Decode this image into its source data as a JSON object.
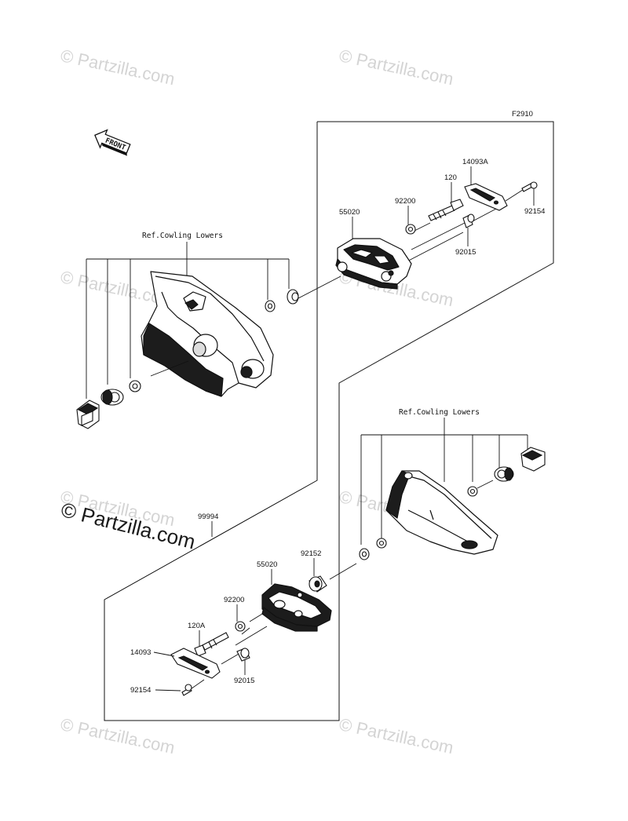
{
  "diagram": {
    "figure_code": "F2910",
    "front_label": "FRONT",
    "ref_label_top": "Ref.Cowling Lowers",
    "ref_label_bottom": "Ref.Cowling Lowers",
    "assembly_label": "99994",
    "parts_top": {
      "p14093A": "14093A",
      "p120": "120",
      "p92200": "92200",
      "p55020": "55020",
      "p92154": "92154",
      "p92015": "92015"
    },
    "parts_bottom": {
      "p55020": "55020",
      "p92152": "92152",
      "p92200": "92200",
      "p120A": "120A",
      "p14093": "14093",
      "p92154": "92154",
      "p92015": "92015"
    }
  },
  "watermarks": {
    "text": "© Partzilla.com",
    "main": "© Partzilla.com"
  }
}
